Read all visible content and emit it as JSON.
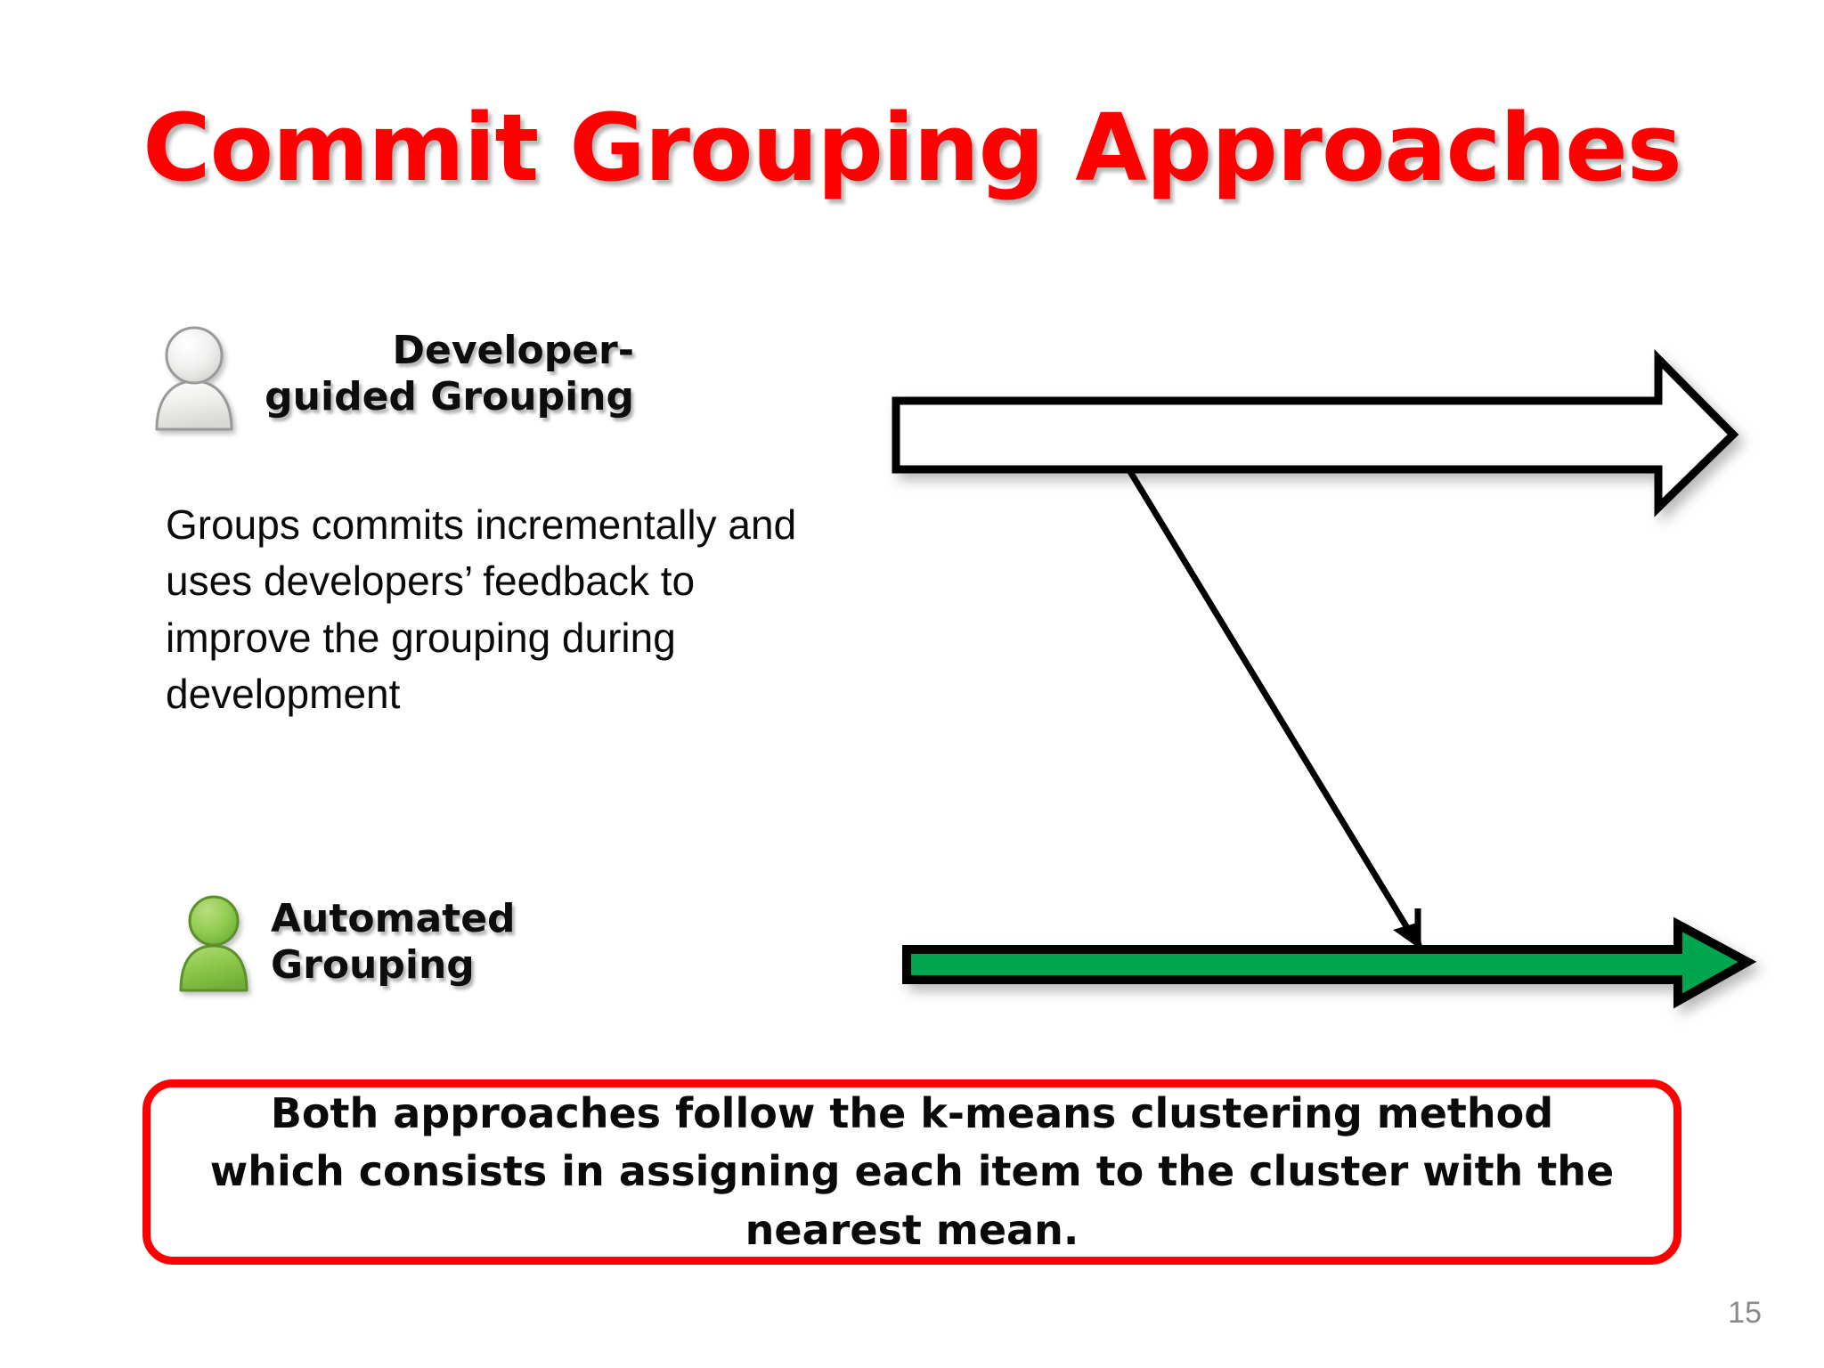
{
  "slide": {
    "title": "Commit Grouping Approaches",
    "page_number": "15",
    "title_color": "#FF0000",
    "background_color": "#FFFFFF"
  },
  "approaches": [
    {
      "id": "developer-guided",
      "label": "Developer-guided\nGrouping",
      "icon": "person-icon-grey",
      "icon_color": "#E8E8E8",
      "description": "Groups commits incrementally and uses developers’ feedback to improve the grouping during development",
      "arrow": {
        "name": "white-arrow",
        "fill": "#FFFFFF",
        "stroke": "#000000",
        "direction": "right"
      }
    },
    {
      "id": "automated",
      "label": "Automated\nGrouping",
      "icon": "person-icon-green",
      "icon_color": "#7DBE3C",
      "description": "",
      "arrow": {
        "name": "green-arrow",
        "fill": "#00A64F",
        "stroke": "#000000",
        "direction": "right"
      }
    }
  ],
  "connector": {
    "name": "connector-arrow",
    "from": "white-arrow",
    "to": "green-arrow",
    "color": "#000000"
  },
  "callout": {
    "text": "Both approaches follow the k-means clustering method which consists in assigning each item to the cluster with the nearest mean.",
    "border_color": "#FF0000"
  }
}
